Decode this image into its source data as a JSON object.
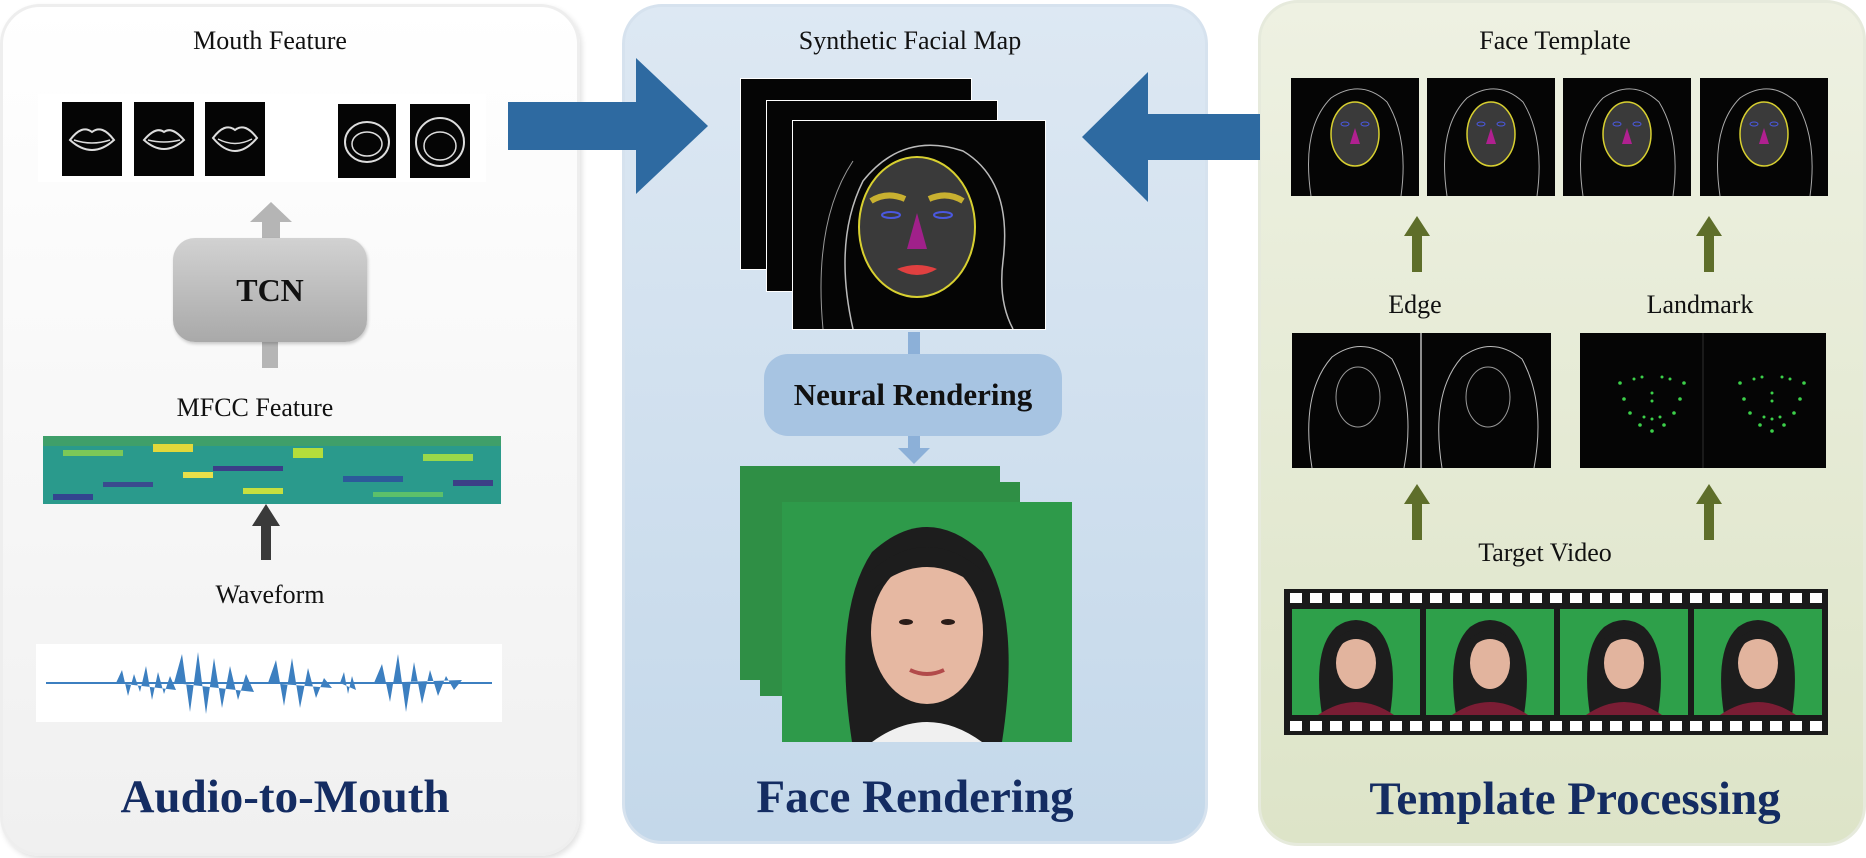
{
  "audio_to_mouth": {
    "mouth_feature_label": "Mouth Feature",
    "tcn_label": "TCN",
    "mfcc_label": "MFCC Feature",
    "waveform_label": "Waveform",
    "title": "Audio-to-Mouth"
  },
  "face_rendering": {
    "synthetic_map_label": "Synthetic Facial Map",
    "neural_rendering_label": "Neural Rendering",
    "title": "Face Rendering"
  },
  "template_processing": {
    "face_template_label": "Face Template",
    "edge_label": "Edge",
    "landmark_label": "Landmark",
    "target_video_label": "Target Video",
    "title": "Template Processing"
  },
  "colors": {
    "title_text": "#142c62",
    "flow_arrow": "#2e6aa1",
    "green_arrow": "#5e6e2a",
    "tcn_fill": "#b8b8b8",
    "neural_fill": "#a7c4e2",
    "left_panel": "#f4f4f4",
    "middle_panel": "#d3e2f0",
    "right_panel": "#e6eadb"
  }
}
